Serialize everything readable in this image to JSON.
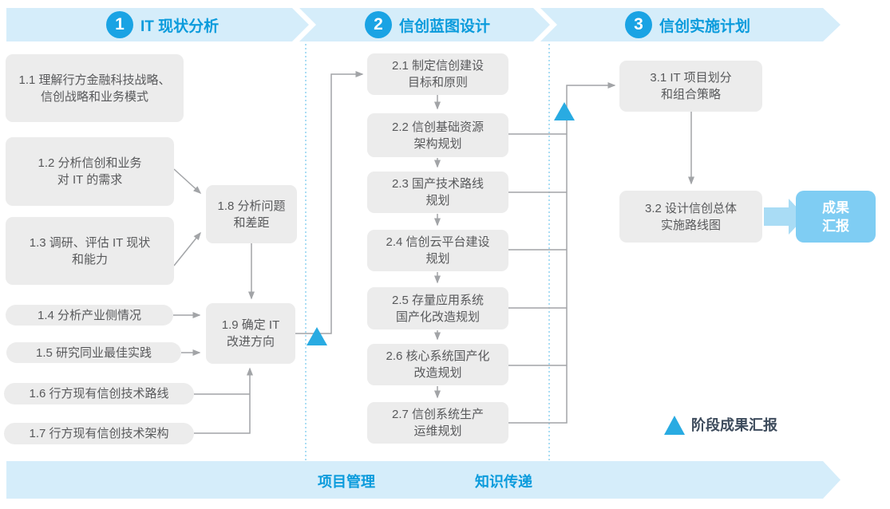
{
  "phases": [
    {
      "number": "1",
      "title": "IT 现状分析"
    },
    {
      "number": "2",
      "title": "信创蓝图设计"
    },
    {
      "number": "3",
      "title": "信创实施计划"
    }
  ],
  "boxes": {
    "b11": {
      "l1": "1.1 理解行方金融科技战略、",
      "l2": "信创战略和业务模式"
    },
    "b12": {
      "l1": "1.2 分析信创和业务",
      "l2": "对 IT 的需求"
    },
    "b13": {
      "l1": "1.3 调研、评估 IT 现状",
      "l2": "和能力"
    },
    "b14": "1.4 分析产业侧情况",
    "b15": "1.5 研究同业最佳实践",
    "b16": "1.6 行方现有信创技术路线",
    "b17": "1.7 行方现有信创技术架构",
    "b18": {
      "l1": "1.8 分析问题",
      "l2": "和差距"
    },
    "b19": {
      "l1": "1.9 确定 IT",
      "l2": "改进方向"
    },
    "b21": {
      "l1": "2.1 制定信创建设",
      "l2": "目标和原则"
    },
    "b22": {
      "l1": "2.2 信创基础资源",
      "l2": "架构规划"
    },
    "b23": {
      "l1": "2.3 国产技术路线",
      "l2": "规划"
    },
    "b24": {
      "l1": "2.4 信创云平台建设",
      "l2": "规划"
    },
    "b25": {
      "l1": "2.5 存量应用系统",
      "l2": "国产化改造规划"
    },
    "b26": {
      "l1": "2.6 核心系统国产化",
      "l2": "改造规划"
    },
    "b27": {
      "l1": "2.7 信创系统生产",
      "l2": "运维规划"
    },
    "b31": {
      "l1": "3.1 IT 项目划分",
      "l2": "和组合策略"
    },
    "b32": {
      "l1": "3.2 设计信创总体",
      "l2": "实施路线图"
    },
    "result": {
      "l1": "成果",
      "l2": "汇报"
    }
  },
  "legend": {
    "label": "阶段成果汇报"
  },
  "footer": {
    "left": "项目管理",
    "right": "知识传递"
  },
  "colors": {
    "band_fill": "#d5edfa",
    "accent_blue": "#1aa3e4",
    "title_blue": "#0a9bdc",
    "box_gray": "#ececec",
    "box_text": "#58595b",
    "connector_gray": "#a2a4a7",
    "dashed_cyan": "#8ed2f1",
    "result_fill": "#7fcdf3",
    "legend_text": "#3d4b5c"
  }
}
